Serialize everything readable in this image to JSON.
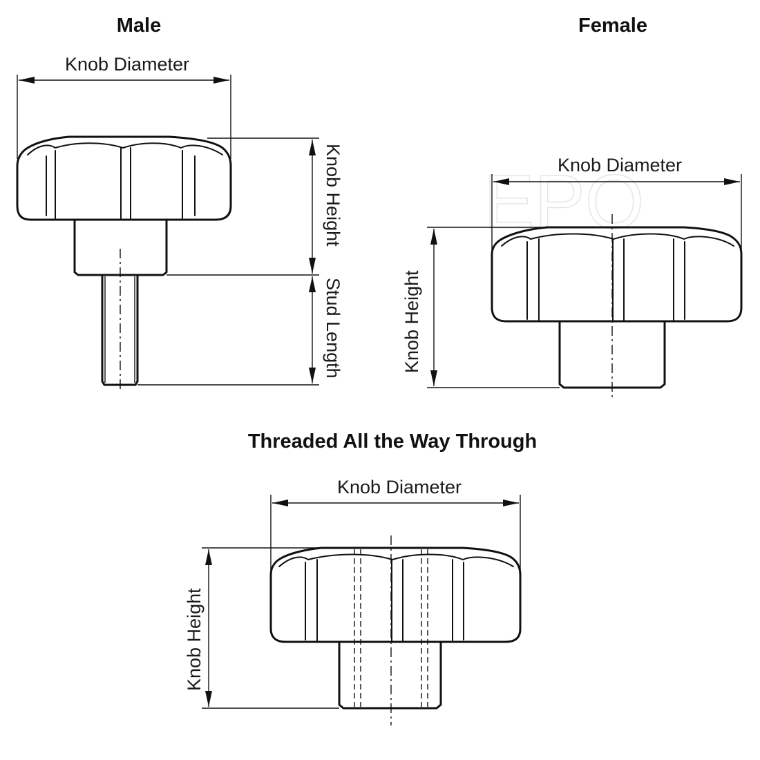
{
  "titles": {
    "male": "Male",
    "female": "Female",
    "threaded": "Threaded All the Way Through"
  },
  "male": {
    "diameter_label": "Knob Diameter",
    "height_label": "Knob Height",
    "stud_label": "Stud Length"
  },
  "female": {
    "diameter_label": "Knob Diameter",
    "height_label": "Knob Height"
  },
  "threaded": {
    "diameter_label": "Knob Diameter",
    "height_label": "Knob Height"
  },
  "colors": {
    "line": "#111111",
    "background": "#ffffff"
  }
}
